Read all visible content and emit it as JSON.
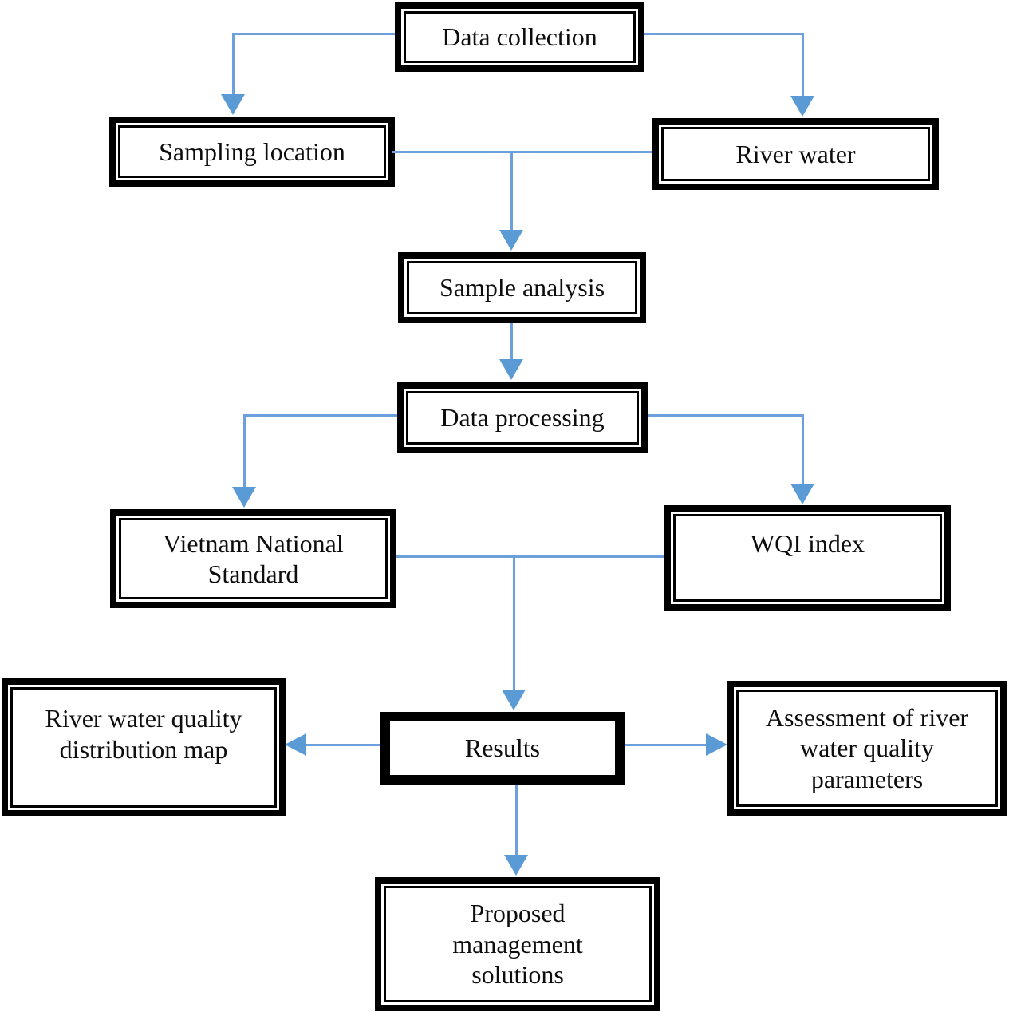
{
  "colors": {
    "arrow_head": "#5B9BD5",
    "arrow_line": "#6CA0DC",
    "node_border": "#000000",
    "node_fill": "#FFFFFF",
    "text": "#0d0d0d"
  },
  "nodes": {
    "data_collection": {
      "label": "Data collection"
    },
    "sampling_location": {
      "label": "Sampling location"
    },
    "river_water": {
      "label": "River water"
    },
    "sample_analysis": {
      "label": "Sample analysis"
    },
    "data_processing": {
      "label": "Data processing"
    },
    "vietnam_national_standard": {
      "label": "Vietnam National\nStandard"
    },
    "wqi_index": {
      "label": "WQI index"
    },
    "river_water_quality_distribution_map": {
      "label": "River water quality\ndistribution map"
    },
    "results": {
      "label": "Results"
    },
    "assessment_of_river_water_quality_parameters": {
      "label": "Assessment of river\nwater quality\nparameters"
    },
    "proposed_management_solutions": {
      "label": "Proposed\nmanagement\nsolutions"
    }
  },
  "edges": [
    {
      "from": "data_collection",
      "to": "sampling_location",
      "style": "arrow"
    },
    {
      "from": "data_collection",
      "to": "river_water",
      "style": "arrow"
    },
    {
      "from": "sampling_location",
      "to": "river_water",
      "style": "line"
    },
    {
      "from": "sampling_location_river_water_junction",
      "to": "sample_analysis",
      "style": "arrow"
    },
    {
      "from": "sample_analysis",
      "to": "data_processing",
      "style": "arrow"
    },
    {
      "from": "data_processing",
      "to": "vietnam_national_standard",
      "style": "arrow"
    },
    {
      "from": "data_processing",
      "to": "wqi_index",
      "style": "arrow"
    },
    {
      "from": "vietnam_national_standard",
      "to": "wqi_index",
      "style": "line"
    },
    {
      "from": "vietnam_national_standard_wqi_index_junction",
      "to": "results",
      "style": "arrow"
    },
    {
      "from": "results",
      "to": "river_water_quality_distribution_map",
      "style": "arrow"
    },
    {
      "from": "results",
      "to": "assessment_of_river_water_quality_parameters",
      "style": "arrow"
    },
    {
      "from": "results",
      "to": "proposed_management_solutions",
      "style": "arrow"
    }
  ]
}
